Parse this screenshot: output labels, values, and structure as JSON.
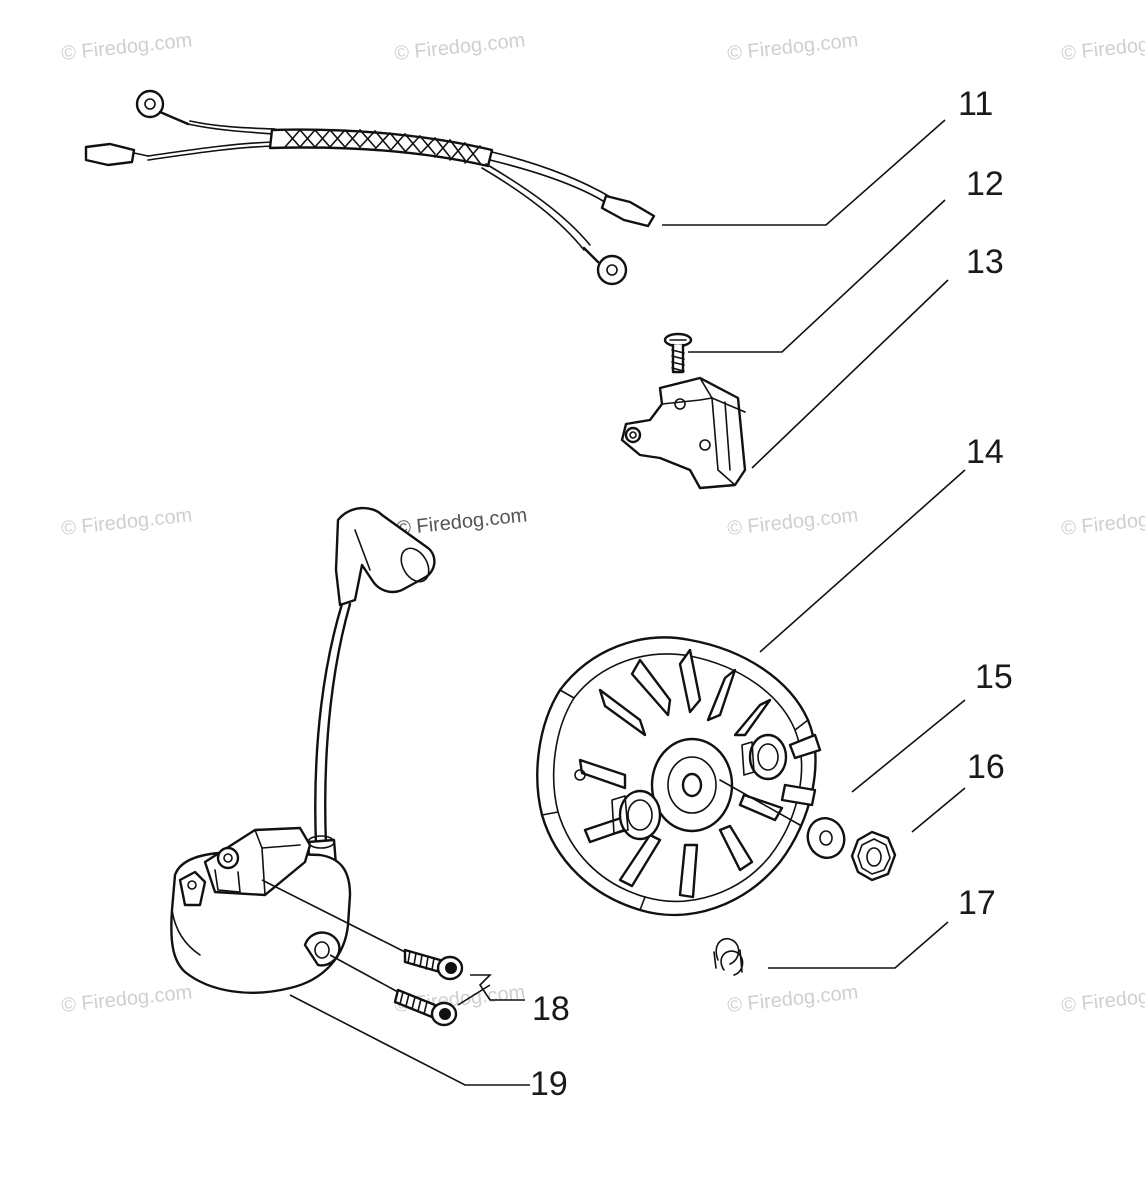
{
  "watermark": {
    "text": "© Firedog.com"
  },
  "callouts": [
    {
      "id": "11",
      "label": "11"
    },
    {
      "id": "12",
      "label": "12"
    },
    {
      "id": "13",
      "label": "13"
    },
    {
      "id": "14",
      "label": "14"
    },
    {
      "id": "15",
      "label": "15"
    },
    {
      "id": "16",
      "label": "16"
    },
    {
      "id": "17",
      "label": "17"
    },
    {
      "id": "18",
      "label": "18"
    },
    {
      "id": "19",
      "label": "19"
    }
  ]
}
